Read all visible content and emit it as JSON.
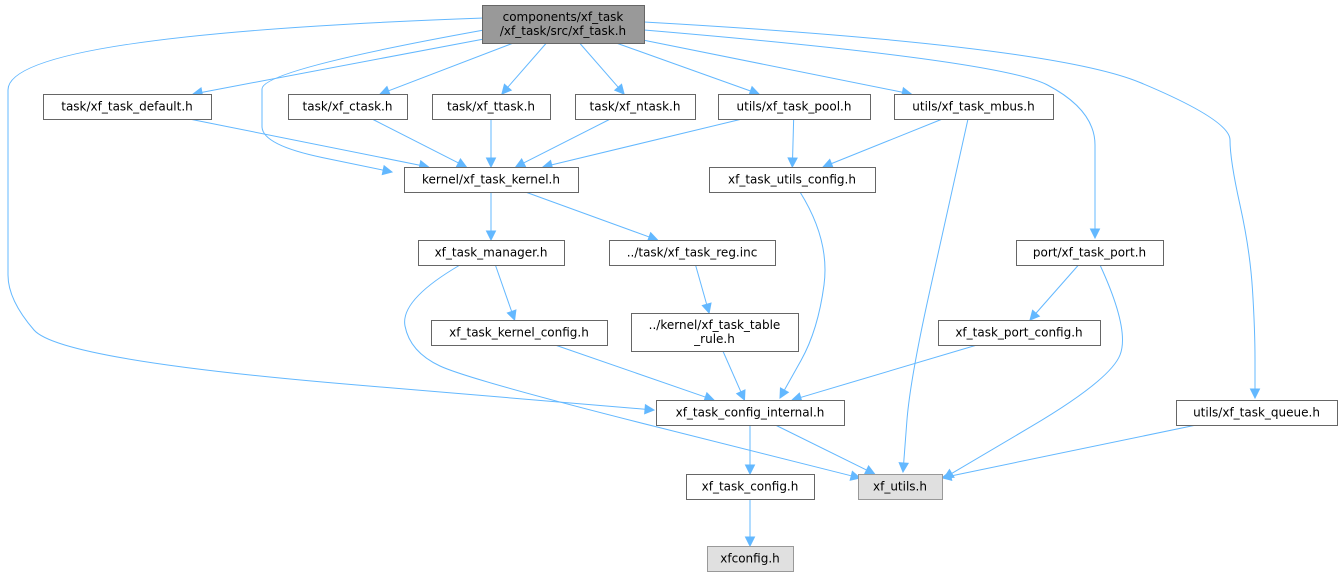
{
  "graph": {
    "nodes": [
      {
        "id": "xf_task_h",
        "lines": [
          "components/xf_task",
          "/xf_task/src/xf_task.h"
        ],
        "style": "focus"
      },
      {
        "id": "task_default",
        "lines": [
          "task/xf_task_default.h"
        ],
        "style": "normal"
      },
      {
        "id": "task_ctask",
        "lines": [
          "task/xf_ctask.h"
        ],
        "style": "normal"
      },
      {
        "id": "task_ttask",
        "lines": [
          "task/xf_ttask.h"
        ],
        "style": "normal"
      },
      {
        "id": "task_ntask",
        "lines": [
          "task/xf_ntask.h"
        ],
        "style": "normal"
      },
      {
        "id": "utils_pool",
        "lines": [
          "utils/xf_task_pool.h"
        ],
        "style": "normal"
      },
      {
        "id": "utils_mbus",
        "lines": [
          "utils/xf_task_mbus.h"
        ],
        "style": "normal"
      },
      {
        "id": "kernel",
        "lines": [
          "kernel/xf_task_kernel.h"
        ],
        "style": "normal"
      },
      {
        "id": "utils_config",
        "lines": [
          "xf_task_utils_config.h"
        ],
        "style": "normal"
      },
      {
        "id": "manager",
        "lines": [
          "xf_task_manager.h"
        ],
        "style": "normal"
      },
      {
        "id": "reg_inc",
        "lines": [
          "../task/xf_task_reg.inc"
        ],
        "style": "normal"
      },
      {
        "id": "port",
        "lines": [
          "port/xf_task_port.h"
        ],
        "style": "normal"
      },
      {
        "id": "kernel_config",
        "lines": [
          "xf_task_kernel_config.h"
        ],
        "style": "normal"
      },
      {
        "id": "table_rule",
        "lines": [
          "../kernel/xf_task_table",
          "_rule.h"
        ],
        "style": "normal"
      },
      {
        "id": "port_config",
        "lines": [
          "xf_task_port_config.h"
        ],
        "style": "normal"
      },
      {
        "id": "config_internal",
        "lines": [
          "xf_task_config_internal.h"
        ],
        "style": "normal"
      },
      {
        "id": "queue",
        "lines": [
          "utils/xf_task_queue.h"
        ],
        "style": "normal"
      },
      {
        "id": "task_config",
        "lines": [
          "xf_task_config.h"
        ],
        "style": "normal"
      },
      {
        "id": "xf_utils",
        "lines": [
          "xf_utils.h"
        ],
        "style": "gray"
      },
      {
        "id": "xfconfig",
        "lines": [
          "xfconfig.h"
        ],
        "style": "gray"
      }
    ],
    "edges": [
      {
        "from": "xf_task_h",
        "to": "task_default"
      },
      {
        "from": "xf_task_h",
        "to": "kernel"
      },
      {
        "from": "xf_task_h",
        "to": "task_ctask"
      },
      {
        "from": "xf_task_h",
        "to": "task_ttask"
      },
      {
        "from": "xf_task_h",
        "to": "task_ntask"
      },
      {
        "from": "xf_task_h",
        "to": "utils_pool"
      },
      {
        "from": "xf_task_h",
        "to": "utils_mbus"
      },
      {
        "from": "xf_task_h",
        "to": "port"
      },
      {
        "from": "xf_task_h",
        "to": "queue"
      },
      {
        "from": "xf_task_h",
        "to": "config_internal"
      },
      {
        "from": "task_default",
        "to": "kernel"
      },
      {
        "from": "task_ctask",
        "to": "kernel"
      },
      {
        "from": "task_ttask",
        "to": "kernel"
      },
      {
        "from": "task_ntask",
        "to": "kernel"
      },
      {
        "from": "utils_pool",
        "to": "kernel"
      },
      {
        "from": "utils_pool",
        "to": "utils_config"
      },
      {
        "from": "utils_mbus",
        "to": "utils_config"
      },
      {
        "from": "utils_mbus",
        "to": "xf_utils"
      },
      {
        "from": "kernel",
        "to": "manager"
      },
      {
        "from": "kernel",
        "to": "reg_inc"
      },
      {
        "from": "utils_config",
        "to": "config_internal"
      },
      {
        "from": "manager",
        "to": "kernel_config"
      },
      {
        "from": "manager",
        "to": "xf_utils"
      },
      {
        "from": "reg_inc",
        "to": "table_rule"
      },
      {
        "from": "port",
        "to": "port_config"
      },
      {
        "from": "port",
        "to": "xf_utils"
      },
      {
        "from": "kernel_config",
        "to": "config_internal"
      },
      {
        "from": "table_rule",
        "to": "config_internal"
      },
      {
        "from": "port_config",
        "to": "config_internal"
      },
      {
        "from": "config_internal",
        "to": "task_config"
      },
      {
        "from": "config_internal",
        "to": "xf_utils"
      },
      {
        "from": "queue",
        "to": "xf_utils"
      },
      {
        "from": "task_config",
        "to": "xfconfig"
      }
    ]
  }
}
